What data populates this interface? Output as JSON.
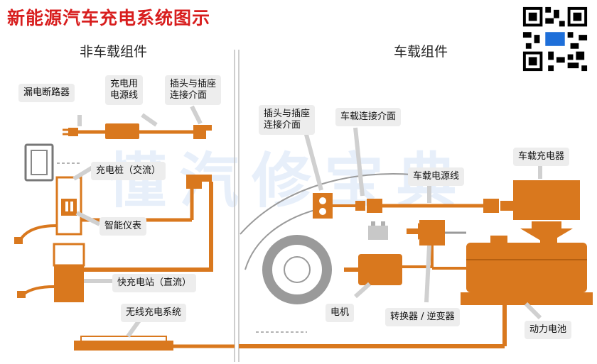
{
  "title": "新能源汽车充电系统图示",
  "sections": {
    "offboard": "非车载组件",
    "onboard": "车载组件"
  },
  "labels": {
    "leakage_breaker": "漏电断路器",
    "charging_cable": "充电用\n电源线",
    "plug_socket_interface_offboard": "插头与插座\n连接介面",
    "plug_socket_interface_onboard": "插头与插座\n连接介面",
    "vehicle_interface": "车载连接介面",
    "onboard_charger": "车载充电器",
    "charging_pile_ac": "充电桩（交流）",
    "onboard_power_cable": "车载电源线",
    "smart_meter": "智能仪表",
    "fast_charging_station_dc": "快充电站（直流）",
    "wireless_charging": "无线充电系统",
    "motor": "电机",
    "converter_inverter": "转换器 / 逆变器",
    "power_battery": "动力电池"
  },
  "watermark": "懂汽修宝典",
  "colors": {
    "accent": "#d9781e",
    "title": "#d81e1e",
    "label_bg": "#ededed",
    "line": "#9a9a9a"
  }
}
